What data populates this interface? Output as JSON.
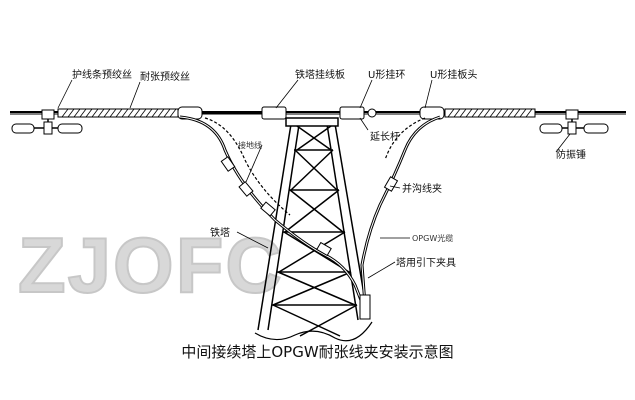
{
  "watermark": "ZJOFC",
  "caption": "中间接续塔上OPGW耐张线夹安装示意图",
  "labels": {
    "protective_rod": "护线条预绞丝",
    "tension_clamp": "耐张预绞丝",
    "tower_connector": "铁塔挂线板",
    "u_shackle": "U形挂环",
    "u_clevis": "U形挂板头",
    "extension_rod": "延长杆",
    "ground_wire": "接地线",
    "damper": "防振锤",
    "parallel_clamp": "并沟线夹",
    "tower": "铁塔",
    "opgw_cable": "OPGW光缆",
    "down_lead_clamp": "塔用引下夹具"
  }
}
